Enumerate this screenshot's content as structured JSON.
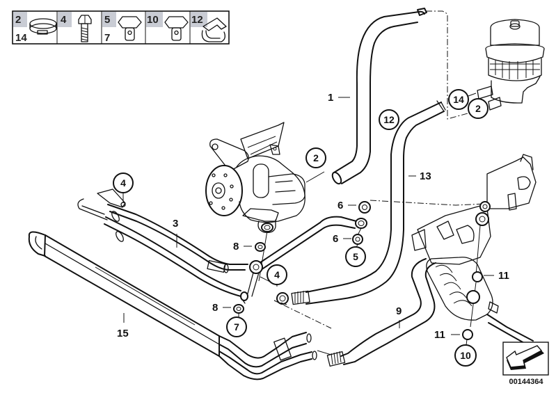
{
  "diagram": {
    "title": "Power steering oil pipes / hydraulic lines",
    "reference_code": "00144364",
    "legend": [
      {
        "numbers": [
          "2",
          "14"
        ],
        "part": "hose-clamp"
      },
      {
        "numbers": [
          "4"
        ],
        "part": "hex-bolt"
      },
      {
        "numbers": [
          "5",
          "7"
        ],
        "part": "banjo-bolt"
      },
      {
        "numbers": [
          "10"
        ],
        "part": "banjo-bolt"
      },
      {
        "numbers": [
          "12"
        ],
        "part": "hose-clip"
      }
    ],
    "callouts": {
      "c1": "1",
      "c2a": "2",
      "c2b": "2",
      "c3": "3",
      "c4a": "4",
      "c4b": "4",
      "c5": "5",
      "c6a": "6",
      "c6b": "6",
      "c7": "7",
      "c8a": "8",
      "c8b": "8",
      "c9": "9",
      "c10": "10",
      "c11a": "11",
      "c11b": "11",
      "c12": "12",
      "c13": "13",
      "c14": "14",
      "c15": "15"
    },
    "components": [
      "power-steering-pump",
      "reservoir",
      "steering-gear",
      "oil-cooler",
      "return-hose",
      "suction-hose",
      "pressure-line"
    ]
  }
}
